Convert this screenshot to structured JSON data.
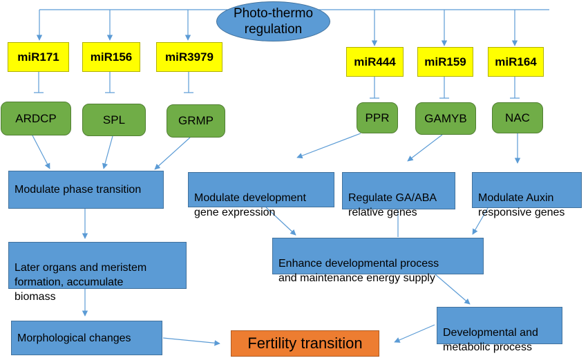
{
  "top": {
    "label": "Photo-thermo\nregulation"
  },
  "mirnas": [
    "miR171",
    "miR156",
    "miR3979",
    "miR444",
    "miR159",
    "miR164"
  ],
  "genes": [
    "ARDCP",
    "SPL",
    "GRMP",
    "PPR",
    "GAMYB",
    "NAC"
  ],
  "processes": {
    "phase": "Modulate phase transition",
    "devgene": "Modulate development\ngene expression",
    "gaaba": "Regulate GA/ABA\nrelative genes",
    "auxin": "Modulate Auxin\nresponsive genes",
    "organs": "Later organs and meristem\nformation, accumulate\nbiomass",
    "enhance": "Enhance developmental process\nand maintenance energy supply",
    "morph": "Morphological changes",
    "devmeta": "Developmental and\nmetabolic process"
  },
  "outcome": {
    "label": "Fertility transition"
  }
}
